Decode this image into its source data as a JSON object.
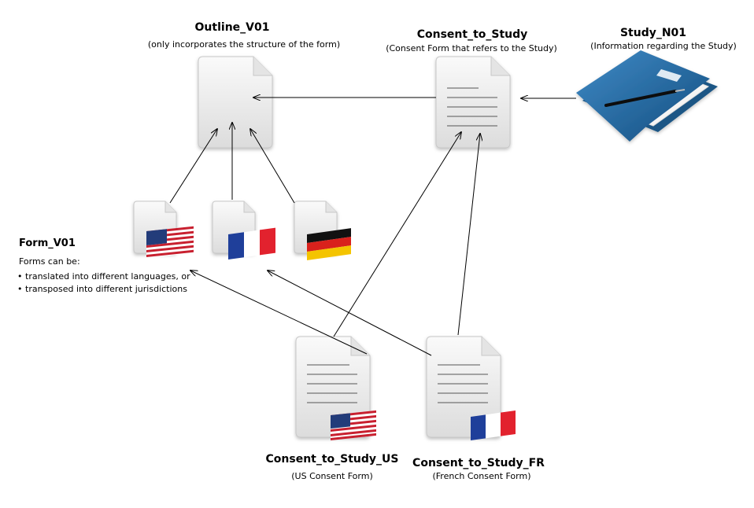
{
  "nodes": {
    "outline": {
      "title": "Outline_V01",
      "subtitle": "(only incorporates the structure of the form)"
    },
    "consent": {
      "title": "Consent_to_Study",
      "subtitle": "(Consent Form that refers to the Study)"
    },
    "study": {
      "title": "Study_N01",
      "subtitle": "(Information regarding the Study)"
    },
    "form": {
      "title": "Form_V01",
      "intro": "Forms can be:",
      "bullets": [
        "translated into different languages, or",
        "transposed into different jurisdictions"
      ]
    },
    "consent_us": {
      "title": "Consent_to_Study_US",
      "subtitle": "(US Consent Form)"
    },
    "consent_fr": {
      "title": "Consent_to_Study_FR",
      "subtitle": "(French Consent Form)"
    }
  },
  "flags": {
    "us": "us-flag-icon",
    "fr": "fr-flag-icon",
    "de": "de-flag-icon"
  },
  "colors": {
    "folder": "#1d5f95",
    "arrow": "#000000",
    "doc": "#eeeeee"
  }
}
